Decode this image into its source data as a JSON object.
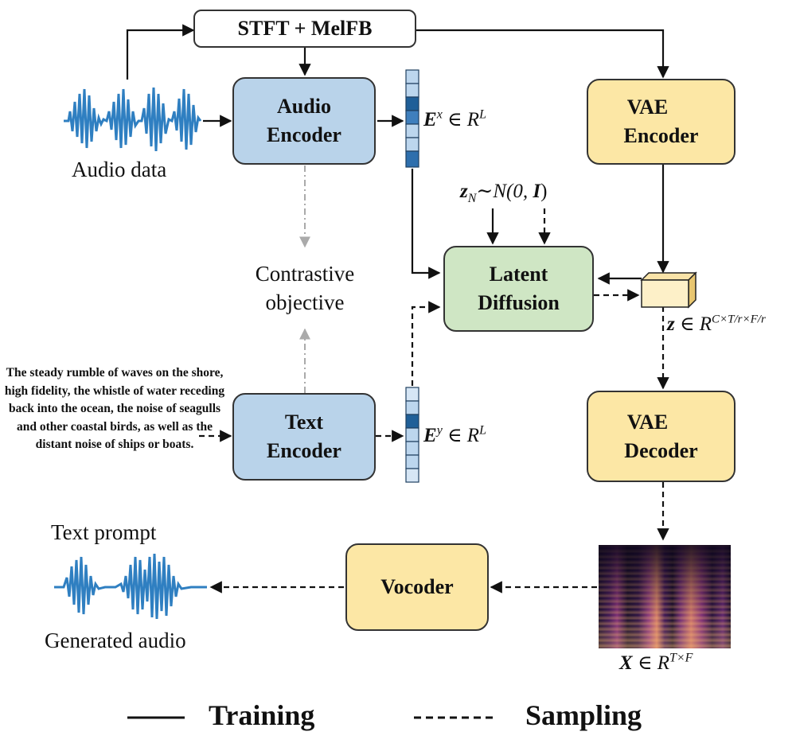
{
  "boxes": {
    "stft": "STFT + MelFB",
    "audio_encoder": [
      "Audio",
      "Encoder"
    ],
    "vae_encoder": [
      "VAE",
      "Encoder"
    ],
    "latent_diffusion": [
      "Latent",
      "Diffusion"
    ],
    "text_encoder": [
      "Text",
      "Encoder"
    ],
    "vae_decoder": [
      "VAE",
      "Decoder"
    ],
    "vocoder": "Vocoder"
  },
  "labels": {
    "audio_data": "Audio data",
    "contrastive": [
      "Contrastive",
      "objective"
    ],
    "text_prompt": "Text prompt",
    "generated_audio": "Generated audio"
  },
  "prompt_text": "The steady rumble of waves on the shore, high fidelity, the whistle of water receding back into the ocean, the noise of seagulls and other coastal birds, as well as the distant noise of ships or boats.",
  "math": {
    "ex": {
      "sym": "E",
      "sup": "x",
      "rest": " ∈ R",
      "exp": "L"
    },
    "ey": {
      "sym": "E",
      "sup": "y",
      "rest": " ∈ R",
      "exp": "L"
    },
    "zn": {
      "sym": "z",
      "sub": "N",
      "rest": "∼N(0, ",
      "bold2": "I",
      "end": ")"
    },
    "z": {
      "sym": "z",
      "rest": " ∈ R",
      "exp": "C×T/r×F/r"
    },
    "x": {
      "sym": "X",
      "rest": " ∈ R",
      "exp": "T×F"
    }
  },
  "legend": {
    "training": "Training",
    "sampling": "Sampling"
  },
  "colors": {
    "blue_box": "#b9d3ea",
    "yellow_box": "#fce7a5",
    "green_box": "#cfe6c4",
    "wave": "#2f7fc1",
    "embed_dark": "#1f5f98",
    "embed_light": "#bcd6ee"
  }
}
